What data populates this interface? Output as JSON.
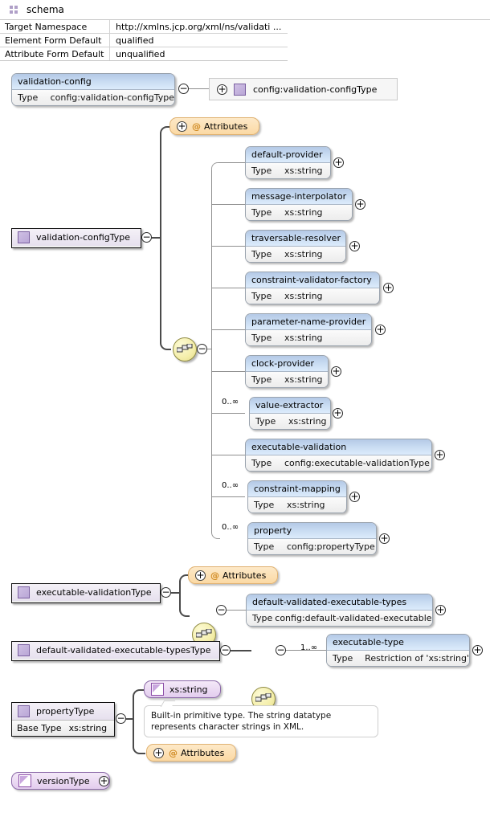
{
  "schema": {
    "title": "schema",
    "icon": "schema-grid-icon",
    "properties": [
      {
        "key": "Target Namespace",
        "value": "http://xmlns.jcp.org/xml/ns/validati ..."
      },
      {
        "key": "Element Form Default",
        "value": "qualified"
      },
      {
        "key": "Attribute Form Default",
        "value": "unqualified"
      }
    ]
  },
  "root_element": {
    "name": "validation-config",
    "type_key": "Type",
    "type_value": "config:validation-configType",
    "toggle": "−",
    "reference": {
      "label": "config:validation-configType",
      "toggle": "+",
      "icon": "complex-type-icon"
    }
  },
  "validation_config_type": {
    "name": "validation-configType",
    "icon": "complex-type-icon",
    "toggle": "−",
    "attributes": {
      "label": "Attributes",
      "toggle": "+",
      "at_symbol": "@"
    },
    "sequence": {
      "icon": "sequence-icon",
      "toggle": "−"
    },
    "children": [
      {
        "name": "default-provider",
        "type_key": "Type",
        "type_value": "xs:string",
        "cardinality": "",
        "toggle": "+"
      },
      {
        "name": "message-interpolator",
        "type_key": "Type",
        "type_value": "xs:string",
        "cardinality": "",
        "toggle": "+"
      },
      {
        "name": "traversable-resolver",
        "type_key": "Type",
        "type_value": "xs:string",
        "cardinality": "",
        "toggle": "+"
      },
      {
        "name": "constraint-validator-factory",
        "type_key": "Type",
        "type_value": "xs:string",
        "cardinality": "",
        "toggle": "+"
      },
      {
        "name": "parameter-name-provider",
        "type_key": "Type",
        "type_value": "xs:string",
        "cardinality": "",
        "toggle": "+"
      },
      {
        "name": "clock-provider",
        "type_key": "Type",
        "type_value": "xs:string",
        "cardinality": "",
        "toggle": "+"
      },
      {
        "name": "value-extractor",
        "type_key": "Type",
        "type_value": "xs:string",
        "cardinality": "0..∞",
        "toggle": "+"
      },
      {
        "name": "executable-validation",
        "type_key": "Type",
        "type_value": "config:executable-validationType",
        "cardinality": "",
        "toggle": "+"
      },
      {
        "name": "constraint-mapping",
        "type_key": "Type",
        "type_value": "xs:string",
        "cardinality": "0..∞",
        "toggle": "+"
      },
      {
        "name": "property",
        "type_key": "Type",
        "type_value": "config:propertyType",
        "cardinality": "0..∞",
        "toggle": "+"
      }
    ]
  },
  "executable_validation_type": {
    "name": "executable-validationType",
    "icon": "complex-type-icon",
    "toggle": "−",
    "attributes": {
      "label": "Attributes",
      "toggle": "+",
      "at_symbol": "@"
    },
    "sequence": {
      "icon": "sequence-icon",
      "toggle": "−"
    },
    "child": {
      "name": "default-validated-executable-types",
      "type_key": "Type",
      "type_value": "config:default-validated-executable- ...",
      "toggle": "+"
    }
  },
  "default_validated_executable_types_type": {
    "name": "default-validated-executable-typesType",
    "icon": "complex-type-icon",
    "toggle": "−",
    "sequence": {
      "icon": "sequence-icon",
      "toggle": "−"
    },
    "child": {
      "name": "executable-type",
      "type_key": "Type",
      "type_value": "Restriction of 'xs:string'",
      "cardinality": "1..∞",
      "toggle": "+"
    }
  },
  "property_type": {
    "name": "propertyType",
    "icon": "complex-type-icon",
    "base_key": "Base Type",
    "base_value": "xs:string",
    "toggle": "−",
    "base_pill": {
      "label": "xs:string",
      "icon": "simple-type-icon"
    },
    "annotation": "Built-in primitive type. The string datatype represents character strings in XML.",
    "attributes": {
      "label": "Attributes",
      "toggle": "+",
      "at_symbol": "@"
    }
  },
  "version_type": {
    "name": "versionType",
    "icon": "simple-type-icon",
    "toggle": "+"
  }
}
